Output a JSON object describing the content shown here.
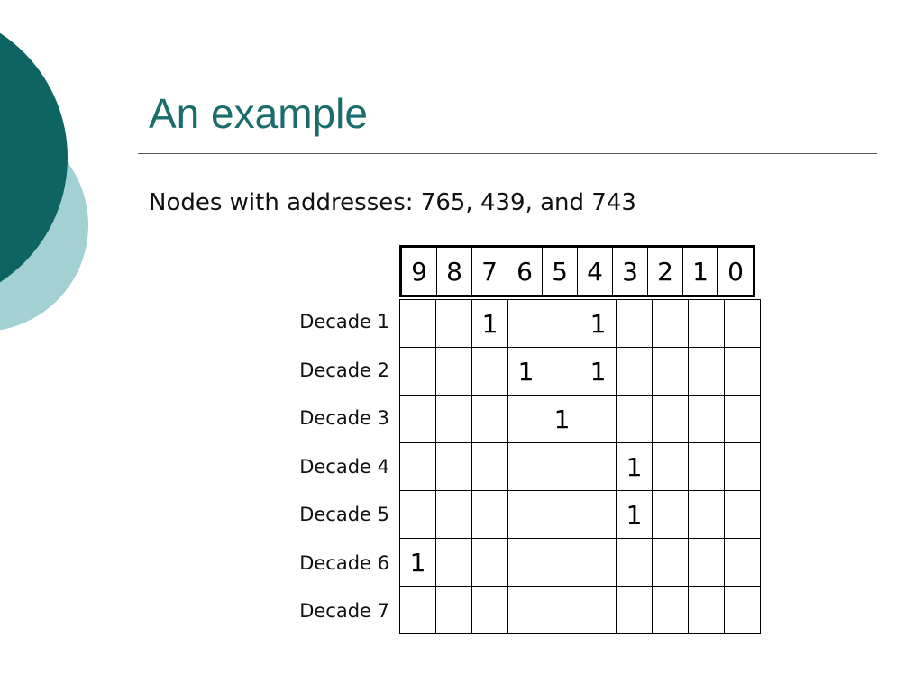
{
  "slide": {
    "title": "An example",
    "subtitle": "Nodes with addresses: 765, 439, and 743"
  },
  "theme": {
    "title_color": "#1a6d6b",
    "circle_dark": "#0e6462",
    "circle_light": "#a3d0d2"
  },
  "table": {
    "columns": [
      "9",
      "8",
      "7",
      "6",
      "5",
      "4",
      "3",
      "2",
      "1",
      "0"
    ],
    "rows": [
      {
        "label": "Decade 1",
        "cells": [
          "",
          "",
          "1",
          "",
          "",
          "1",
          "",
          "",
          "",
          ""
        ]
      },
      {
        "label": "Decade 2",
        "cells": [
          "",
          "",
          "",
          "1",
          "",
          "1",
          "",
          "",
          "",
          ""
        ]
      },
      {
        "label": "Decade 3",
        "cells": [
          "",
          "",
          "",
          "",
          "1",
          "",
          "",
          "",
          "",
          ""
        ]
      },
      {
        "label": "Decade 4",
        "cells": [
          "",
          "",
          "",
          "",
          "",
          "",
          "1",
          "",
          "",
          ""
        ]
      },
      {
        "label": "Decade 5",
        "cells": [
          "",
          "",
          "",
          "",
          "",
          "",
          "1",
          "",
          "",
          ""
        ]
      },
      {
        "label": "Decade 6",
        "cells": [
          "1",
          "",
          "",
          "",
          "",
          "",
          "",
          "",
          "",
          ""
        ]
      },
      {
        "label": "Decade 7",
        "cells": [
          "",
          "",
          "",
          "",
          "",
          "",
          "",
          "",
          "",
          ""
        ]
      }
    ]
  }
}
